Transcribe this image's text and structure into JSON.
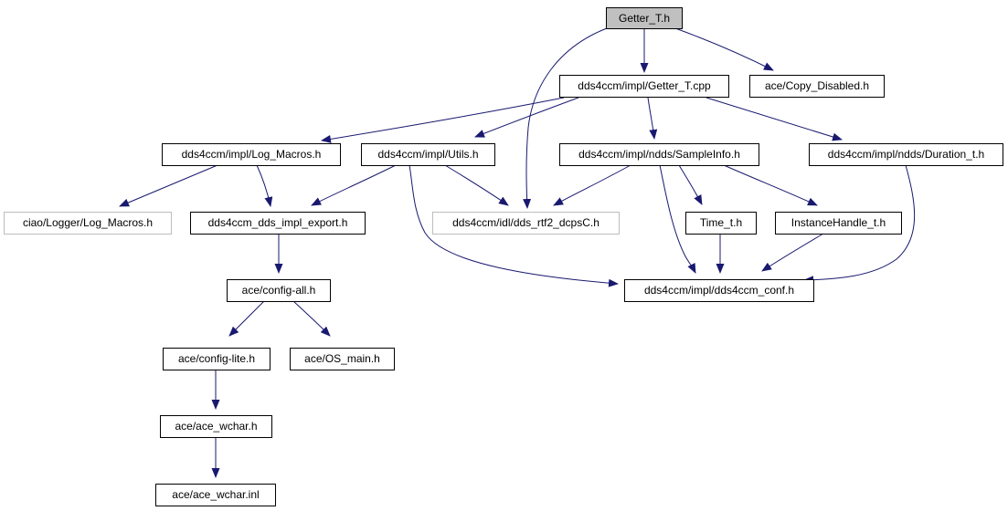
{
  "diagram": {
    "root": "Getter_T.h",
    "kind": "include-dependency-graph"
  },
  "colors": {
    "background": "#ffffff",
    "node_fill": "#ffffff",
    "node_border": "#000000",
    "external_node_border": "#bdbdbd",
    "root_node_fill": "#c0c0c0",
    "edge": "#191970",
    "text": "#000000"
  },
  "nodes": [
    {
      "label": "Getter_T.h",
      "kind": "root"
    },
    {
      "label": "dds4ccm/impl/Getter_T.cpp",
      "kind": "normal"
    },
    {
      "label": "ace/Copy_Disabled.h",
      "kind": "normal"
    },
    {
      "label": "dds4ccm/impl/Log_Macros.h",
      "kind": "normal"
    },
    {
      "label": "dds4ccm/impl/Utils.h",
      "kind": "normal"
    },
    {
      "label": "dds4ccm/impl/ndds/SampleInfo.h",
      "kind": "normal"
    },
    {
      "label": "dds4ccm/impl/ndds/Duration_t.h",
      "kind": "normal"
    },
    {
      "label": "ciao/Logger/Log_Macros.h",
      "kind": "external"
    },
    {
      "label": "dds4ccm_dds_impl_export.h",
      "kind": "normal"
    },
    {
      "label": "dds4ccm/idl/dds_rtf2_dcpsC.h",
      "kind": "external"
    },
    {
      "label": "Time_t.h",
      "kind": "normal"
    },
    {
      "label": "InstanceHandle_t.h",
      "kind": "normal"
    },
    {
      "label": "ace/config-all.h",
      "kind": "normal"
    },
    {
      "label": "dds4ccm/impl/dds4ccm_conf.h",
      "kind": "normal"
    },
    {
      "label": "ace/config-lite.h",
      "kind": "normal"
    },
    {
      "label": "ace/OS_main.h",
      "kind": "normal"
    },
    {
      "label": "ace/ace_wchar.h",
      "kind": "normal"
    },
    {
      "label": "ace/ace_wchar.inl",
      "kind": "normal"
    }
  ],
  "edges": [
    {
      "from": "Getter_T.h",
      "to": "dds4ccm/impl/Getter_T.cpp"
    },
    {
      "from": "Getter_T.h",
      "to": "ace/Copy_Disabled.h"
    },
    {
      "from": "Getter_T.h",
      "to": "dds4ccm/idl/dds_rtf2_dcpsC.h"
    },
    {
      "from": "dds4ccm/impl/Getter_T.cpp",
      "to": "dds4ccm/impl/Log_Macros.h"
    },
    {
      "from": "dds4ccm/impl/Getter_T.cpp",
      "to": "dds4ccm/impl/Utils.h"
    },
    {
      "from": "dds4ccm/impl/Getter_T.cpp",
      "to": "dds4ccm/impl/ndds/SampleInfo.h"
    },
    {
      "from": "dds4ccm/impl/Getter_T.cpp",
      "to": "dds4ccm/impl/ndds/Duration_t.h"
    },
    {
      "from": "dds4ccm/impl/Log_Macros.h",
      "to": "ciao/Logger/Log_Macros.h"
    },
    {
      "from": "dds4ccm/impl/Log_Macros.h",
      "to": "dds4ccm_dds_impl_export.h"
    },
    {
      "from": "dds4ccm/impl/Utils.h",
      "to": "dds4ccm_dds_impl_export.h"
    },
    {
      "from": "dds4ccm/impl/Utils.h",
      "to": "dds4ccm/idl/dds_rtf2_dcpsC.h"
    },
    {
      "from": "dds4ccm/impl/Utils.h",
      "to": "dds4ccm/impl/dds4ccm_conf.h"
    },
    {
      "from": "dds4ccm/impl/ndds/SampleInfo.h",
      "to": "dds4ccm/idl/dds_rtf2_dcpsC.h"
    },
    {
      "from": "dds4ccm/impl/ndds/SampleInfo.h",
      "to": "Time_t.h"
    },
    {
      "from": "dds4ccm/impl/ndds/SampleInfo.h",
      "to": "InstanceHandle_t.h"
    },
    {
      "from": "dds4ccm/impl/ndds/SampleInfo.h",
      "to": "dds4ccm/impl/dds4ccm_conf.h"
    },
    {
      "from": "dds4ccm/impl/ndds/Duration_t.h",
      "to": "dds4ccm/impl/dds4ccm_conf.h"
    },
    {
      "from": "Time_t.h",
      "to": "dds4ccm/impl/dds4ccm_conf.h"
    },
    {
      "from": "InstanceHandle_t.h",
      "to": "dds4ccm/impl/dds4ccm_conf.h"
    },
    {
      "from": "dds4ccm_dds_impl_export.h",
      "to": "ace/config-all.h"
    },
    {
      "from": "ace/config-all.h",
      "to": "ace/config-lite.h"
    },
    {
      "from": "ace/config-all.h",
      "to": "ace/OS_main.h"
    },
    {
      "from": "ace/config-lite.h",
      "to": "ace/ace_wchar.h"
    },
    {
      "from": "ace/ace_wchar.h",
      "to": "ace/ace_wchar.inl"
    }
  ]
}
